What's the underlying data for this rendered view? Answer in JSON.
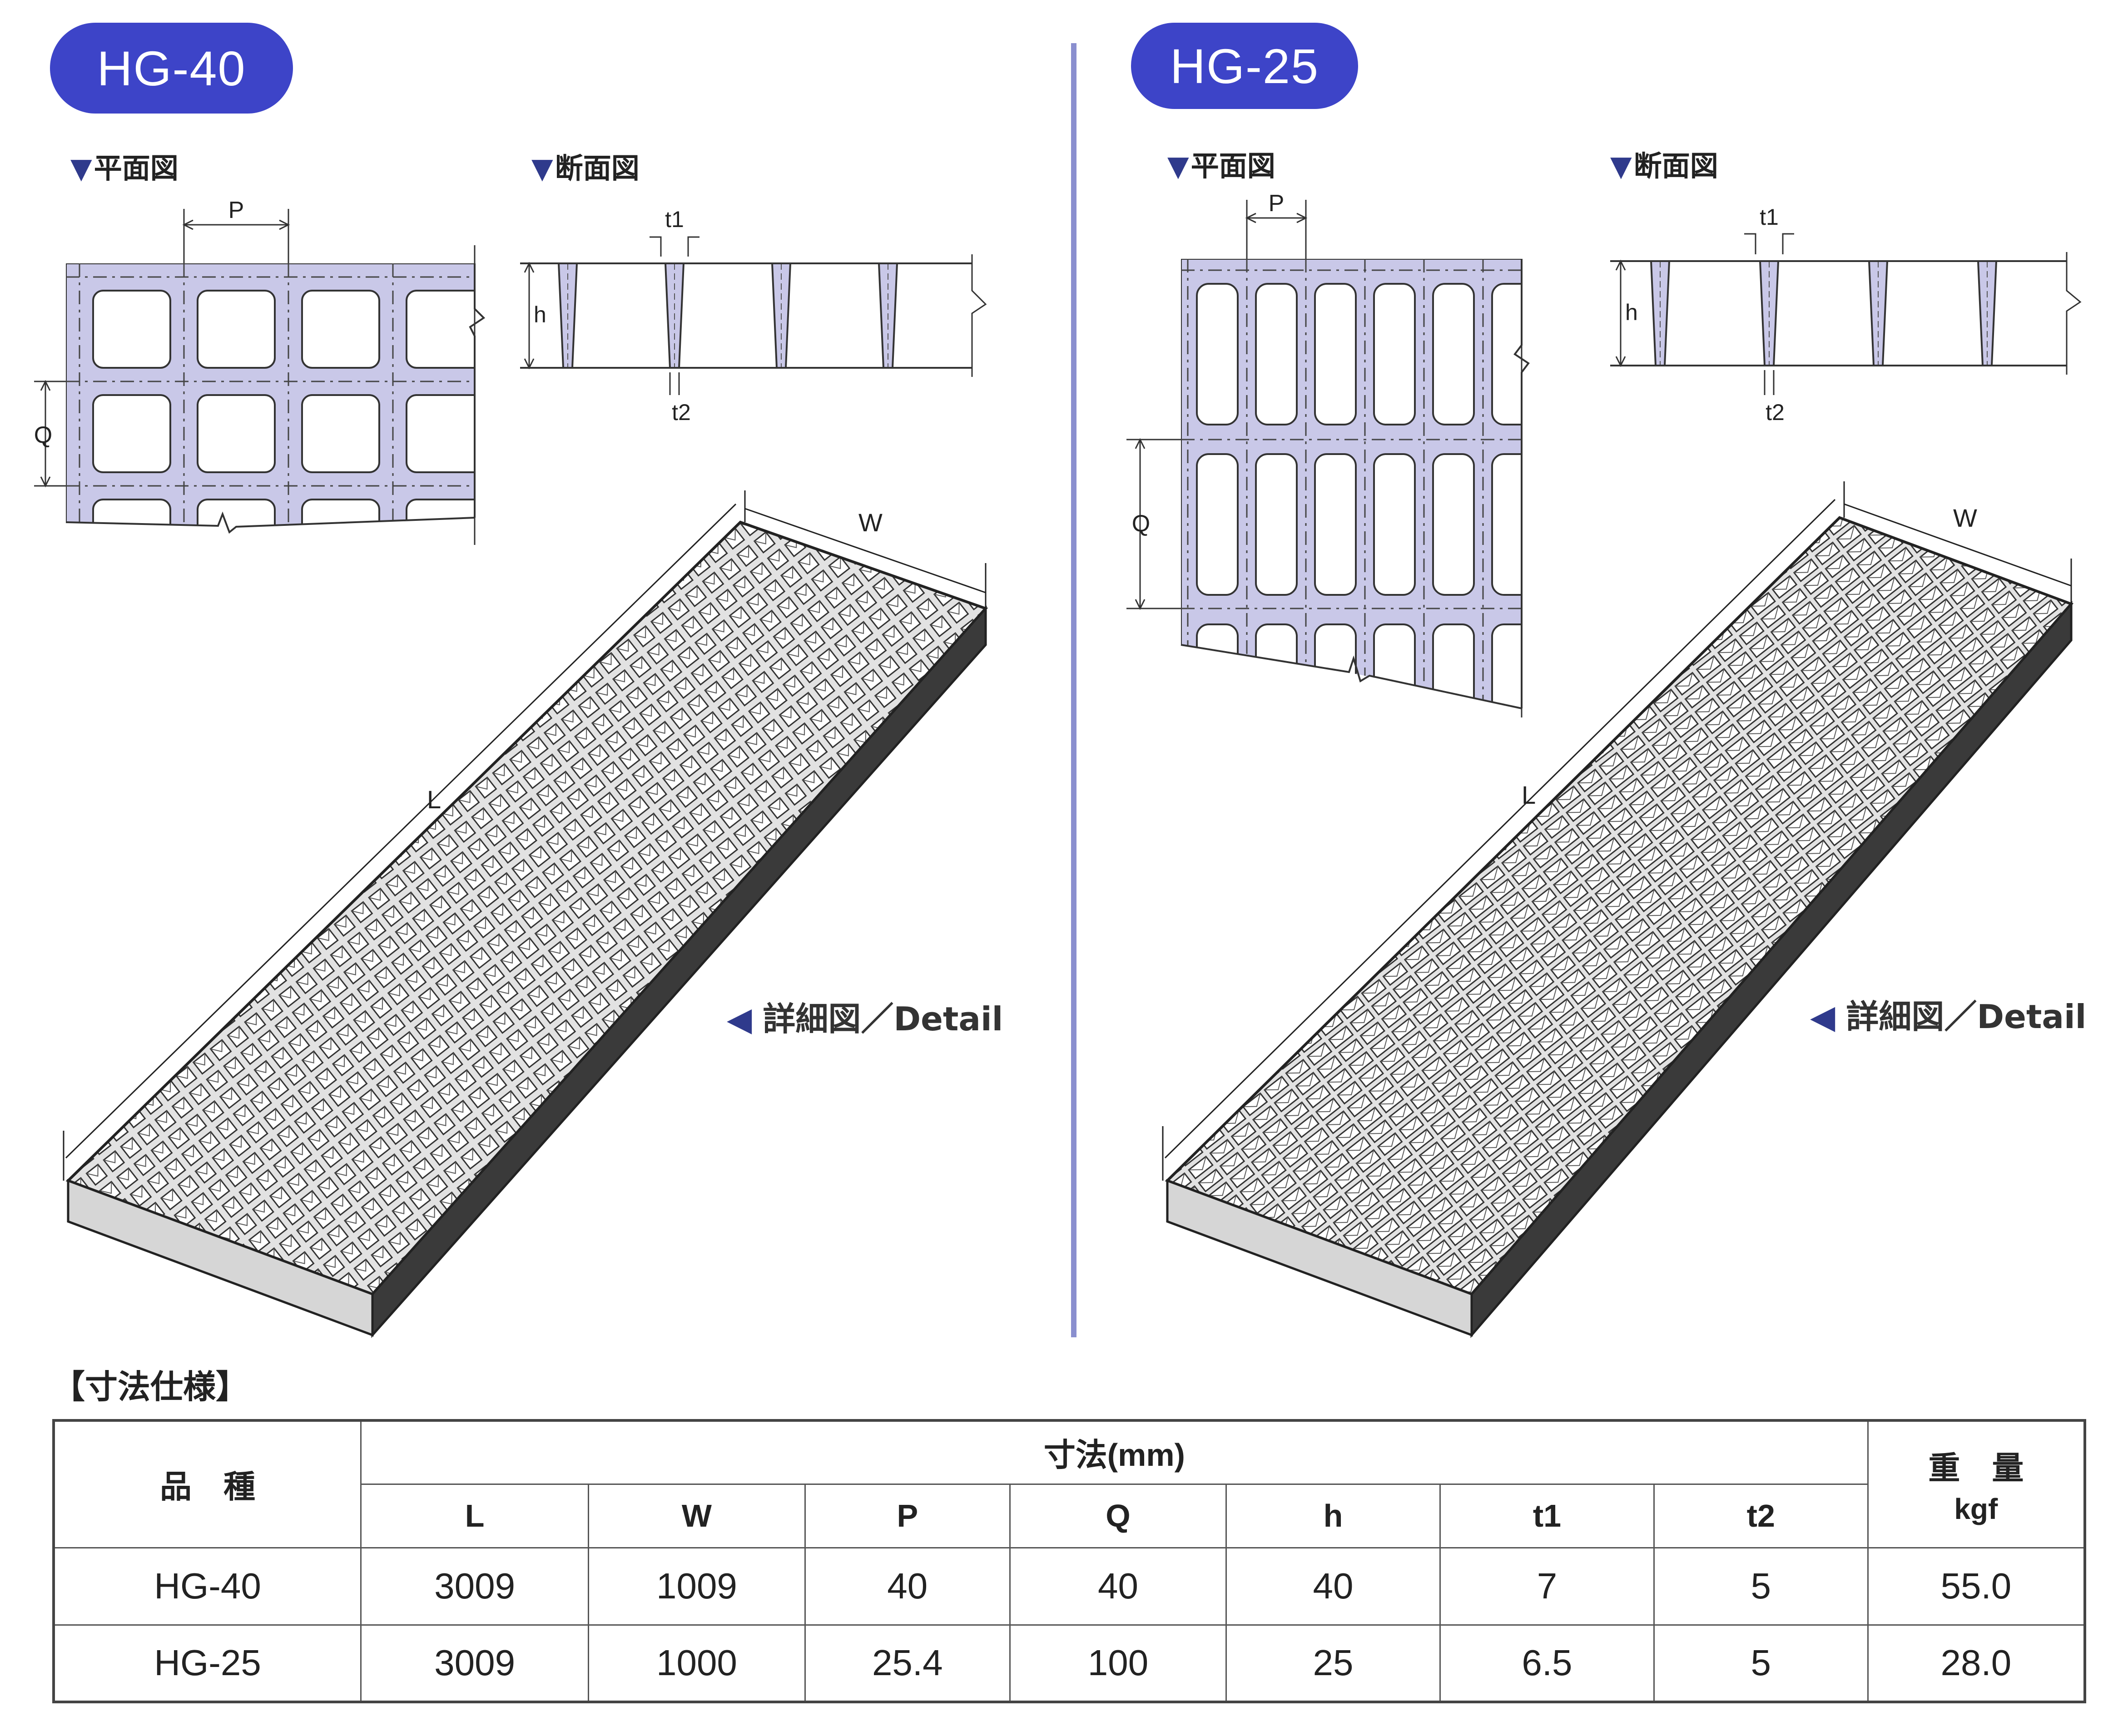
{
  "left_panel": {
    "model": "HG-40",
    "plan_label": "平面図",
    "section_label": "断面図",
    "detail_label": "詳細図／Detail"
  },
  "right_panel": {
    "model": "HG-25",
    "plan_label": "平面図",
    "section_label": "断面図",
    "detail_label": "詳細図／Detail"
  },
  "dimension_symbols": {
    "P": "P",
    "Q": "Q",
    "h": "h",
    "t1": "t1",
    "t2": "t2",
    "W": "W",
    "L": "L"
  },
  "spec_section": {
    "title": "【寸法仕様】",
    "table": {
      "col_product": "品　種",
      "col_dims": "寸法(mm)",
      "col_weight": "重　量",
      "col_weight_unit": "kgf",
      "dim_headers": [
        "L",
        "W",
        "P",
        "Q",
        "h",
        "t1",
        "t2"
      ],
      "rows": [
        {
          "product": "HG-40",
          "values": [
            "3009",
            "1009",
            "40",
            "40",
            "40",
            "7",
            "5"
          ],
          "weight": "55.0"
        },
        {
          "product": "HG-25",
          "values": [
            "3009",
            "1000",
            "25.4",
            "100",
            "25",
            "6.5",
            "5"
          ],
          "weight": "28.0"
        }
      ]
    }
  },
  "colors": {
    "badge": "#3d44c8",
    "grid_fill": "#c9c8e8",
    "divider": "#8a8fcf",
    "arrow": "#2f3a8c"
  }
}
